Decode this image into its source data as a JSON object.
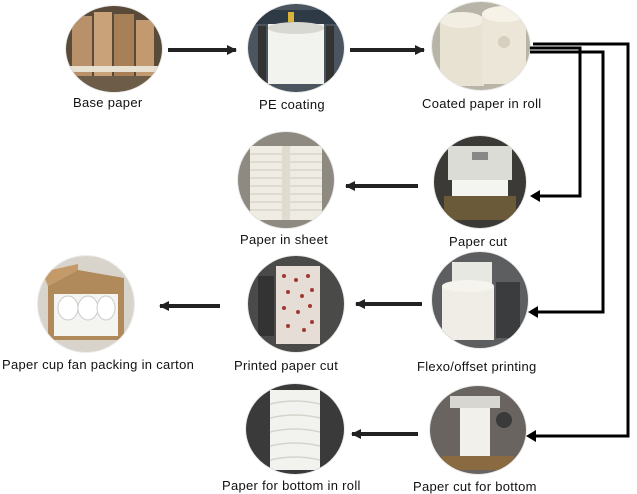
{
  "steps": [
    {
      "id": "base-paper",
      "label": "Base paper",
      "icon": "stacked-paper-rolls-photo"
    },
    {
      "id": "pe-coating",
      "label": "PE coating",
      "icon": "coating-machine-photo"
    },
    {
      "id": "coated-paper-roll",
      "label": "Coated paper in roll",
      "icon": "coated-rolls-photo"
    },
    {
      "id": "paper-cut",
      "label": "Paper cut",
      "icon": "cutting-machine-photo"
    },
    {
      "id": "paper-in-sheet",
      "label": "Paper in sheet",
      "icon": "paper-sheet-stack-photo"
    },
    {
      "id": "flexo-offset-printing",
      "label": "Flexo/offset  printing",
      "icon": "printing-machine-photo"
    },
    {
      "id": "printed-paper-cut",
      "label": "Printed paper cut",
      "icon": "printed-paper-photo"
    },
    {
      "id": "paper-cup-fan-packing",
      "label": "Paper cup fan packing in carton",
      "icon": "carton-box-photo"
    },
    {
      "id": "paper-cut-for-bottom",
      "label": "Paper cut for bottom",
      "icon": "bottom-cutting-machine-photo"
    },
    {
      "id": "paper-for-bottom-roll",
      "label": "Paper for  bottom in roll",
      "icon": "bottom-paper-roll-photo"
    }
  ],
  "colors": {
    "arrow": "#222222",
    "connector": "#000000"
  }
}
